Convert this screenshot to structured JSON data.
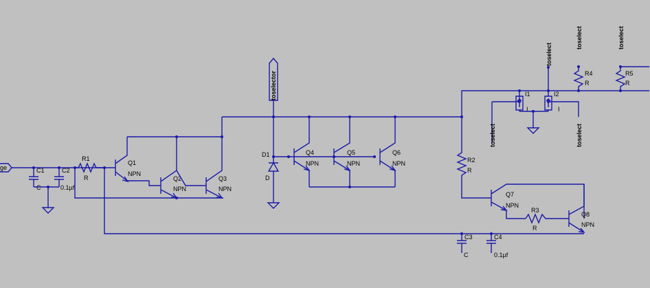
{
  "schematic": {
    "input_port": "ge",
    "net_labels": {
      "toselector": "toselector",
      "toselect": "toselect"
    },
    "components": {
      "C1": {
        "ref": "C1",
        "value": "C"
      },
      "C2": {
        "ref": "C2",
        "value": "0.1µf"
      },
      "R1": {
        "ref": "R1",
        "value": "R"
      },
      "Q1": {
        "ref": "Q1",
        "value": "NPN"
      },
      "Q2": {
        "ref": "Q2",
        "value": "NPN"
      },
      "Q3": {
        "ref": "Q3",
        "value": "NPN"
      },
      "D1": {
        "ref": "D1",
        "value": "D"
      },
      "Q4": {
        "ref": "Q4",
        "value": "NPN"
      },
      "Q5": {
        "ref": "Q5",
        "value": "NPN"
      },
      "Q6": {
        "ref": "Q6",
        "value": "NPN"
      },
      "R2": {
        "ref": "R2",
        "value": "R"
      },
      "Q7": {
        "ref": "Q7",
        "value": "NPN"
      },
      "R3": {
        "ref": "R3",
        "value": "R"
      },
      "Q8": {
        "ref": "Q8",
        "value": "NPN"
      },
      "C3": {
        "ref": "C3",
        "value": "C"
      },
      "C4": {
        "ref": "C4",
        "value": "0.1µf"
      },
      "I1": {
        "ref": "I1",
        "value": "I"
      },
      "I2": {
        "ref": "I2",
        "value": "I"
      },
      "R4": {
        "ref": "R4",
        "value": "R"
      },
      "R5": {
        "ref": "R5",
        "value": "R"
      }
    }
  },
  "colors": {
    "background": "#c0c0c0",
    "wire": "#1a1aa8",
    "text": "#000000"
  }
}
